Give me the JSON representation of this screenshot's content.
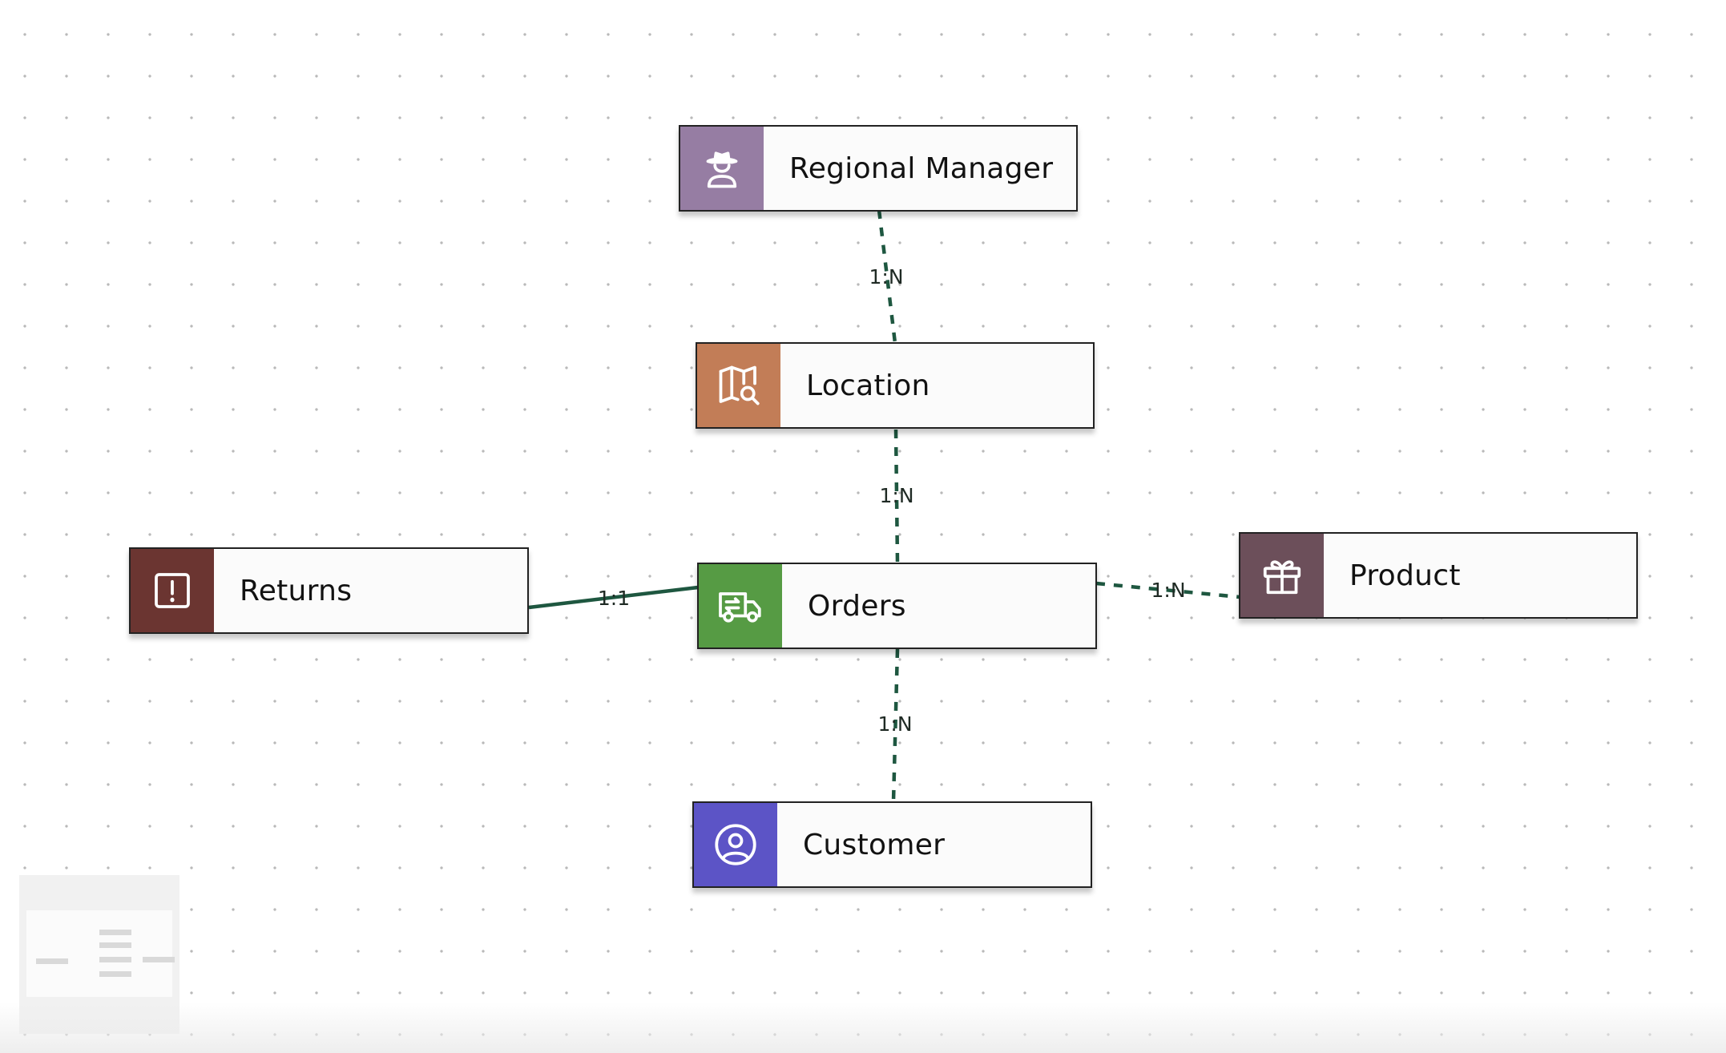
{
  "diagram": {
    "nodes": [
      {
        "id": "regional-manager",
        "label": "Regional Manager",
        "icon": "manager-icon",
        "color": "#967da3"
      },
      {
        "id": "location",
        "label": "Location",
        "icon": "map-search-icon",
        "color": "#c27d57"
      },
      {
        "id": "returns",
        "label": "Returns",
        "icon": "alert-square-icon",
        "color": "#6b3531"
      },
      {
        "id": "orders",
        "label": "Orders",
        "icon": "delivery-truck-icon",
        "color": "#569b44"
      },
      {
        "id": "product",
        "label": "Product",
        "icon": "gift-icon",
        "color": "#6c4f5a"
      },
      {
        "id": "customer",
        "label": "Customer",
        "icon": "user-circle-icon",
        "color": "#5c54c6"
      }
    ],
    "edges": [
      {
        "from": "regional-manager",
        "to": "location",
        "label": "1:N",
        "style": "dashed"
      },
      {
        "from": "location",
        "to": "orders",
        "label": "1:N",
        "style": "dashed"
      },
      {
        "from": "returns",
        "to": "orders",
        "label": "1:1",
        "style": "solid"
      },
      {
        "from": "orders",
        "to": "product",
        "label": "1:N",
        "style": "dashed"
      },
      {
        "from": "orders",
        "to": "customer",
        "label": "1:N",
        "style": "dashed"
      }
    ],
    "edge_color": "#1e5740"
  }
}
